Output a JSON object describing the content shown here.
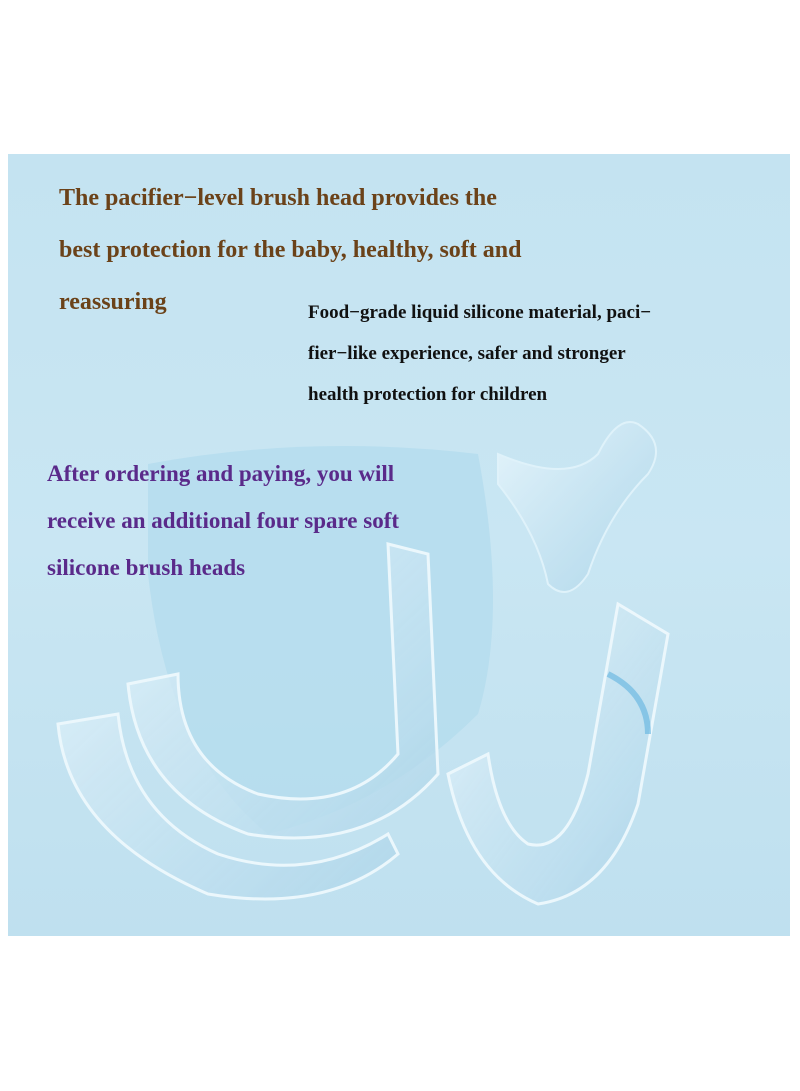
{
  "headline": {
    "lines": [
      "The pacifier−level brush head provides the",
      "best protection for the baby, healthy, soft and",
      "reassuring"
    ],
    "color": "#6b4219"
  },
  "feature": {
    "lines": [
      "Food−grade liquid silicone material, paci−",
      "fier−like experience, safer and stronger",
      "health protection for children"
    ]
  },
  "bonus": {
    "lines": [
      "After ordering and paying, you will",
      "receive an additional four spare soft",
      "silicone brush heads"
    ],
    "color": "#5a2a8a"
  },
  "background_color": "#c4e3f1"
}
